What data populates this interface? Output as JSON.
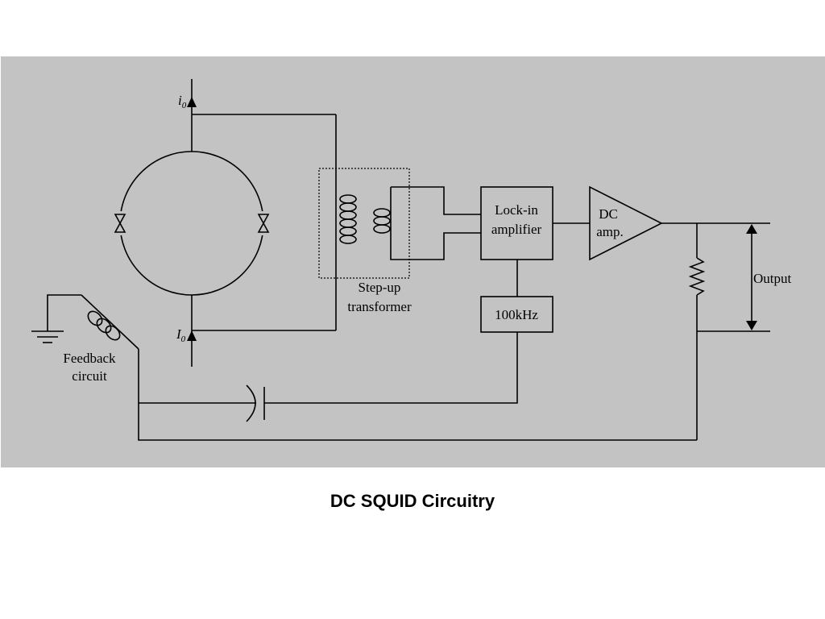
{
  "caption": "DC SQUID Circuitry",
  "labels": {
    "i_top": "i",
    "i_top_sub": "0",
    "i_bottom": "I",
    "i_bottom_sub": "0",
    "lockin_line1": "Lock-in",
    "lockin_line2": "amplifier",
    "dc_line1": "DC",
    "dc_line2": "amp.",
    "oscillator": "100kHz",
    "output": "Output",
    "transformer_line1": "Step-up",
    "transformer_line2": "transformer",
    "feedback_line1": "Feedback",
    "feedback_line2": "circuit"
  },
  "colors": {
    "panel": "#c3c3c3",
    "line": "#000000"
  }
}
